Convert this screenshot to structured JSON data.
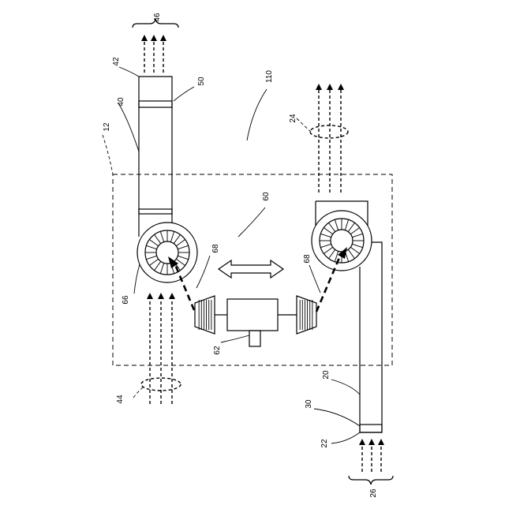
{
  "labels": {
    "l46": "46",
    "l42": "42",
    "l50": "50",
    "l40": "40",
    "l110": "110",
    "l12": "12",
    "l24": "24",
    "l60": "60",
    "l68a": "68",
    "l68b": "68",
    "l66": "66",
    "l62": "62",
    "l44": "44",
    "l20": "20",
    "l30": "30",
    "l22": "22",
    "l26": "26"
  }
}
